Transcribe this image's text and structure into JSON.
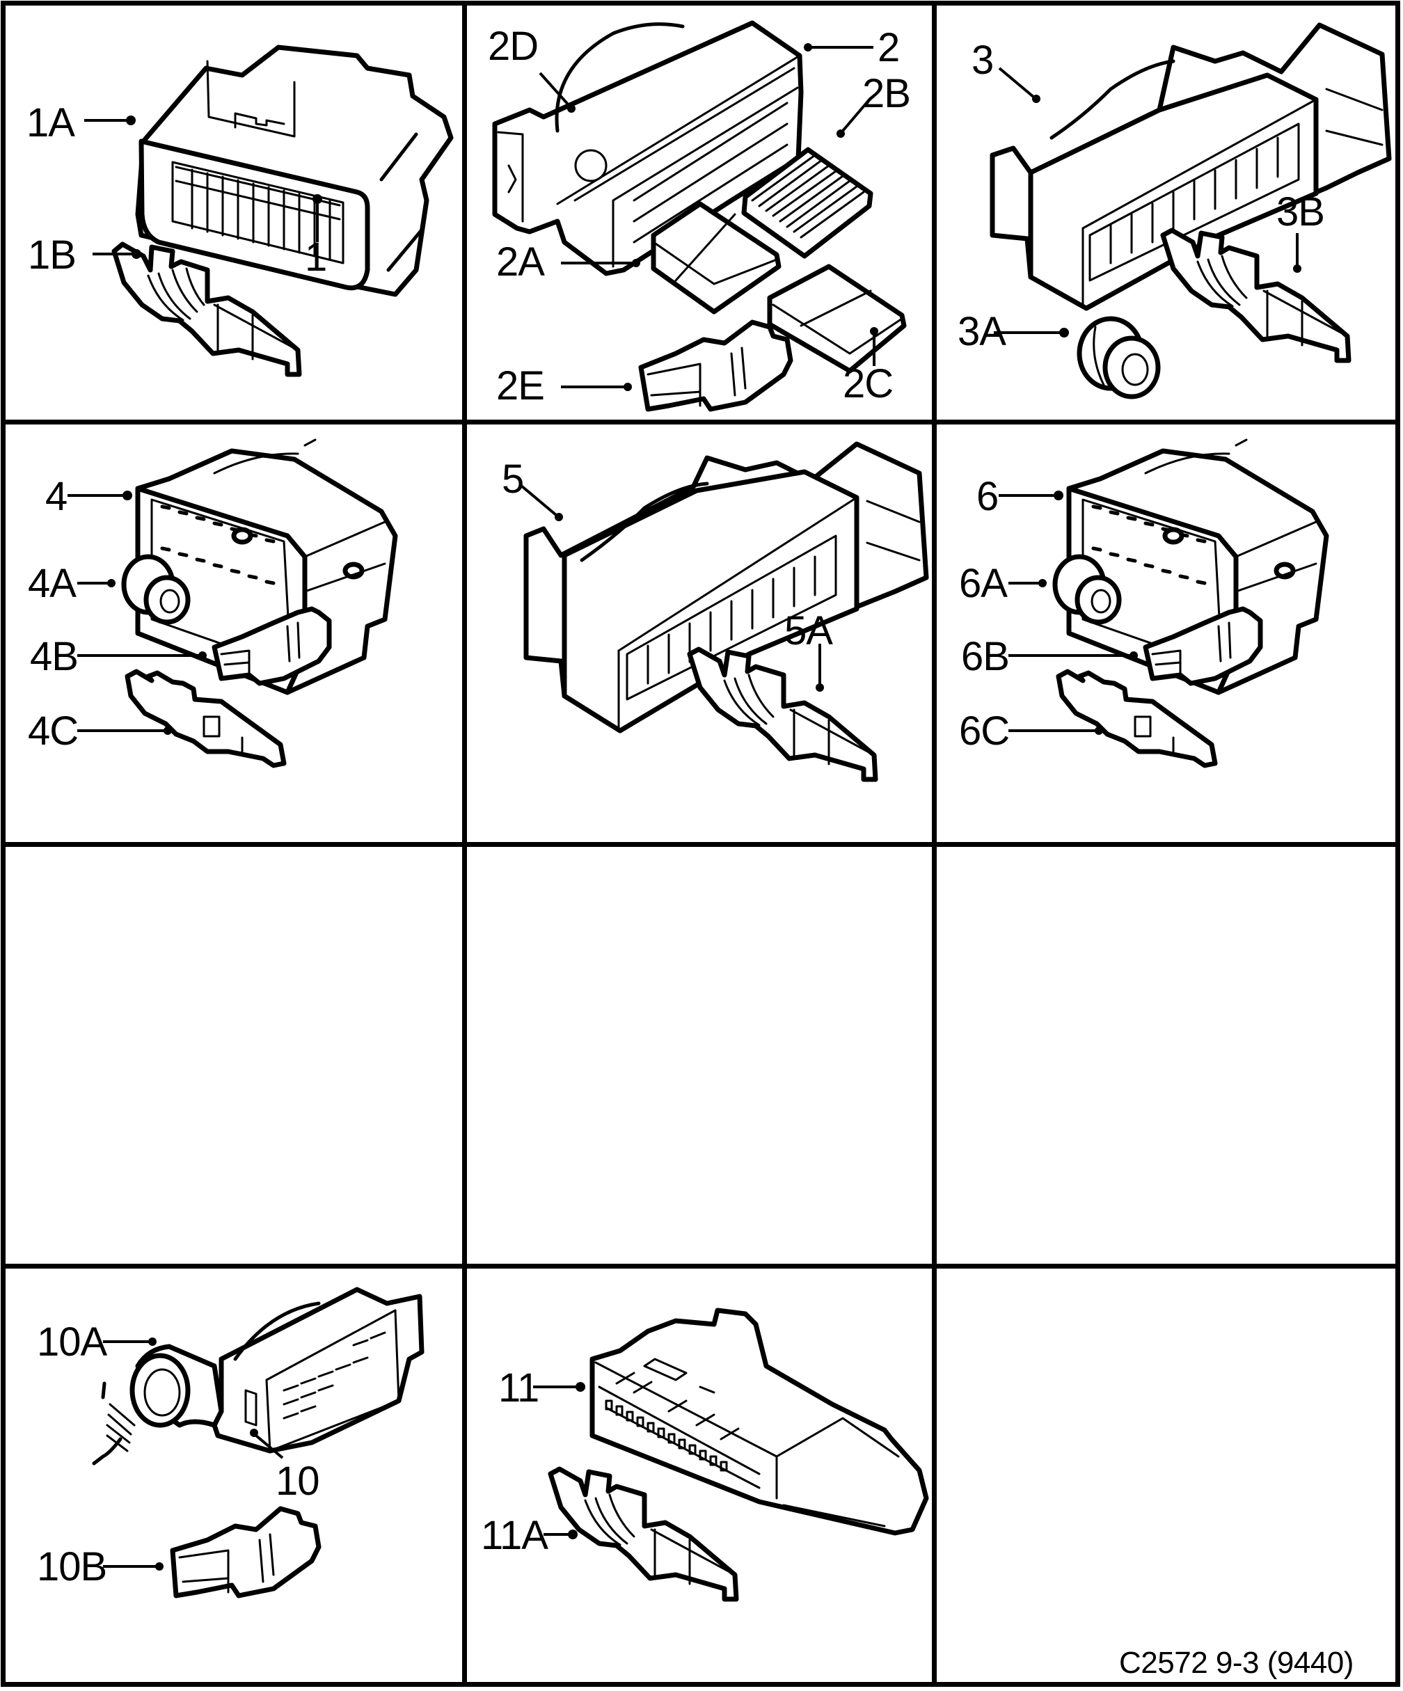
{
  "figure": {
    "code": "C2572 9-3 (9440)",
    "grid": {
      "columns": 3,
      "rows": 4,
      "line_color": "#000000",
      "background": "#ffffff"
    }
  },
  "cells": [
    {
      "id": "cell-1",
      "labels": {
        "connector": "1A",
        "terminal": "1B",
        "housing": "1"
      }
    },
    {
      "id": "cell-2",
      "labels": {
        "cover": "2D",
        "housing": "2",
        "insert_b": "2B",
        "insert_a": "2A",
        "insert_c": "2C",
        "terminal": "2E"
      }
    },
    {
      "id": "cell-3",
      "labels": {
        "housing": "3",
        "terminal": "3B",
        "seal": "3A"
      }
    },
    {
      "id": "cell-4",
      "labels": {
        "housing": "4",
        "seal": "4A",
        "terminal_b": "4B",
        "terminal_c": "4C"
      }
    },
    {
      "id": "cell-5",
      "labels": {
        "housing": "5",
        "terminal": "5A"
      }
    },
    {
      "id": "cell-6",
      "labels": {
        "housing": "6",
        "seal": "6A",
        "terminal_b": "6B",
        "terminal_c": "6C"
      }
    },
    {
      "id": "cell-7",
      "labels": {}
    },
    {
      "id": "cell-8",
      "labels": {}
    },
    {
      "id": "cell-9",
      "labels": {}
    },
    {
      "id": "cell-10",
      "labels": {
        "cover": "10A",
        "housing": "10",
        "terminal": "10B"
      }
    },
    {
      "id": "cell-11",
      "labels": {
        "housing": "11",
        "terminal": "11A"
      }
    },
    {
      "id": "cell-12",
      "labels": {}
    }
  ]
}
